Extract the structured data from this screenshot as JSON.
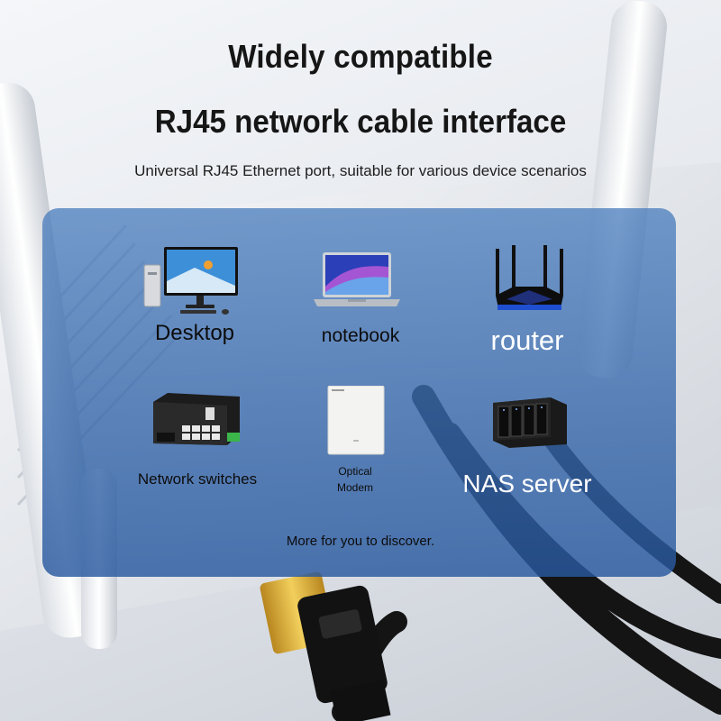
{
  "header": {
    "title_line1": "Widely compatible",
    "title_line2": "RJ45 network cable interface",
    "subtitle": "Universal RJ45 Ethernet port, suitable for various device scenarios"
  },
  "devices": {
    "desktop": {
      "label": "Desktop",
      "icon": "desktop-computer-icon"
    },
    "notebook": {
      "label": "notebook",
      "icon": "laptop-icon"
    },
    "router": {
      "label": "router",
      "icon": "wifi-router-icon"
    },
    "switches": {
      "label": "Network switches",
      "icon": "network-switch-icon"
    },
    "modem": {
      "label_line1": "Optical",
      "label_line2": "Modem",
      "icon": "optical-modem-icon"
    },
    "nas": {
      "label": "NAS server",
      "icon": "nas-server-icon"
    }
  },
  "footer_text": "More for you to discover.",
  "colors": {
    "panel": "#3f74b8",
    "title_text": "#161616",
    "highlight_label": "#ffffff",
    "cable_tip": "#e0b43a"
  }
}
